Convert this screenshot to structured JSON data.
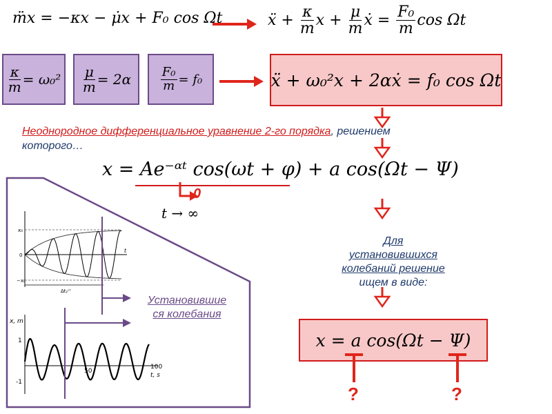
{
  "top_left_equation": "m̈x = −κx − μ̇x + F₀ cos Ωt",
  "top_right_equation": {
    "term1": "ẍ",
    "kappa": "κ",
    "m": "m",
    "x": "x",
    "mu": "μ",
    "xdot": "ẋ",
    "F0": "F₀",
    "rhs": "cos Ωt"
  },
  "def_boxes": [
    {
      "num": "κ",
      "den": "m",
      "rhs": "= ω₀²"
    },
    {
      "num": "μ",
      "den": "m",
      "rhs": "= 2α"
    },
    {
      "num": "F₀",
      "den": "m",
      "rhs": "= f₀"
    }
  ],
  "main_equation": "ẍ + ω₀²x + 2αẋ = f₀ cos Ωt",
  "note_line": {
    "red": "Неоднородное дифференциальное уравнение 2-го порядка",
    "blue": ", решением",
    "line2": "которого…"
  },
  "general_solution": "x = Ae⁻ᵅᵗ cos(ωt + φ) + a cos(Ωt − Ψ)",
  "zero_label": "0",
  "limit_label": "t → ∞",
  "graph_label": "Установившиеся колебания",
  "graph_label_lines": [
    "Установившие",
    "ся колебания"
  ],
  "steady_note": [
    "Для",
    "установившихся",
    "колебаний решение",
    "ищем в виде:"
  ],
  "steady_equation": "x = a cos(Ωt − Ψ)",
  "question_marks": [
    "?",
    "?"
  ],
  "graph_top_labels": {
    "x0": "x₀",
    "zero": "0",
    "mx0": "−x₀",
    "t": "t",
    "dt": "Δtᵧᶜᵗ"
  },
  "graph_bottom_labels": {
    "yaxis": "x, m",
    "y1": "1",
    "ym1": "-1",
    "x50": "50",
    "x100": "100",
    "tunit": "t, s"
  }
}
